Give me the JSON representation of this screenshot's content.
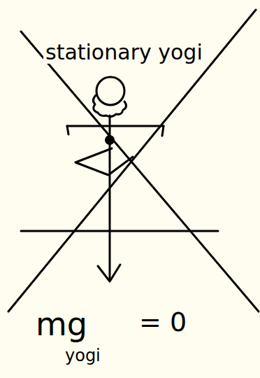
{
  "diagram": {
    "labels": [
      "stationary yogi",
      "mg",
      "yogi",
      "= 0"
    ]
  }
}
